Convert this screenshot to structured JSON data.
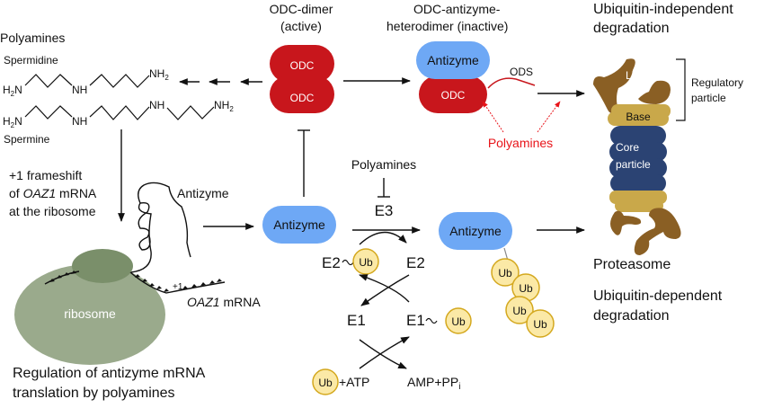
{
  "colors": {
    "odc": "#c8161c",
    "antizyme": "#6ea8f5",
    "ubiquitin_fill": "#fbe9a6",
    "ubiquitin_stroke": "#d4a81e",
    "ribosome_large": "#9aaa8c",
    "ribosome_small": "#7a8f6a",
    "lid": "#8a5f24",
    "base": "#c9a84a",
    "core": "#2b4373",
    "polyamine_red": "#e8141a"
  },
  "polyamines": {
    "title": "Polyamines",
    "spermidine": {
      "name": "Spermidine",
      "left_group": "H2N",
      "middle_group": "NH",
      "right_group": "NH2"
    },
    "spermine": {
      "name": "Spermine",
      "left_group": "H2N",
      "middle_group_1": "NH",
      "middle_group_2": "NH",
      "right_group": "NH2"
    }
  },
  "frameshift": {
    "line1": "+1 frameshift",
    "line2_prefix": "of ",
    "line2_italic": "OAZ1",
    "line2_suffix": " mRNA",
    "line3": "at the ribosome"
  },
  "translation": {
    "antizyme_chain_label": "Antizyme",
    "ribosome_label": "ribosome",
    "plus_one": "+1",
    "mrna_italic": "OAZ1",
    "mrna_suffix": " mRNA",
    "caption_line1": "Regulation of antizyme mRNA",
    "caption_line2": "translation by polyamines"
  },
  "odc_dimer": {
    "title_line1": "ODC-dimer",
    "title_line2": "(active)",
    "subunit_top": "ODC",
    "subunit_bottom": "ODC"
  },
  "heterodimer": {
    "title_line1": "ODC-antizyme-",
    "title_line2": "heterodimer (inactive)",
    "antizyme": "Antizyme",
    "odc": "ODC",
    "ods": "ODS",
    "polyamines": "Polyamines"
  },
  "ubiquitination": {
    "free_antizyme": "Antizyme",
    "polyamines": "Polyamines",
    "e3": "E3",
    "e2_charged": "E2",
    "e2_free": "E2",
    "e1_free": "E1",
    "e1_charged": "E1",
    "ub": "Ub",
    "plus_atp": "+ATP",
    "amp_ppi": "AMP+PP",
    "amp_ppi_sub": "i",
    "ubiquitinated_antizyme": "Antizyme",
    "poly_ub": [
      "Ub",
      "Ub",
      "Ub",
      "Ub"
    ]
  },
  "proteasome": {
    "independent_line1": "Ubiquitin-independent",
    "independent_line2": "degradation",
    "lid": "Lid",
    "base": "Base",
    "core_line1": "Core",
    "core_line2": "particle",
    "regulatory_line1": "Regulatory",
    "regulatory_line2": "particle",
    "name": "Proteasome",
    "dependent_line1": "Ubiquitin-dependent",
    "dependent_line2": "degradation"
  }
}
